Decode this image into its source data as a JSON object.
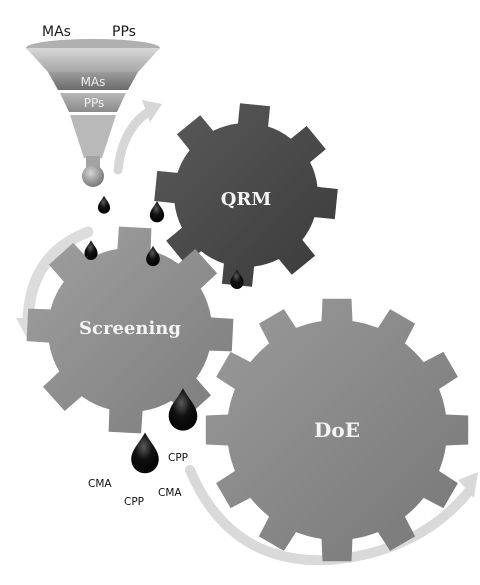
{
  "funnel": {
    "top_left_label": "MAs",
    "top_right_label": "PPs",
    "band1_label": "MAs",
    "band2_label": "PPs"
  },
  "gears": {
    "qrm": "QRM",
    "screening": "Screening",
    "doe": "DoE"
  },
  "drop_labels": {
    "cma_left": "CMA",
    "cpp_bottom": "CPP",
    "cma_right": "CMA",
    "cpp_top": "CPP"
  },
  "colors": {
    "funnel_light": "#c9c9c9",
    "funnel_dark": "#6e6e6e",
    "gear_qrm": "#4d4d4d",
    "gear_screening": "#8f8f8f",
    "gear_doe": "#8a8a8a",
    "arrow": "#d9d9d9",
    "drop": "#141414"
  }
}
